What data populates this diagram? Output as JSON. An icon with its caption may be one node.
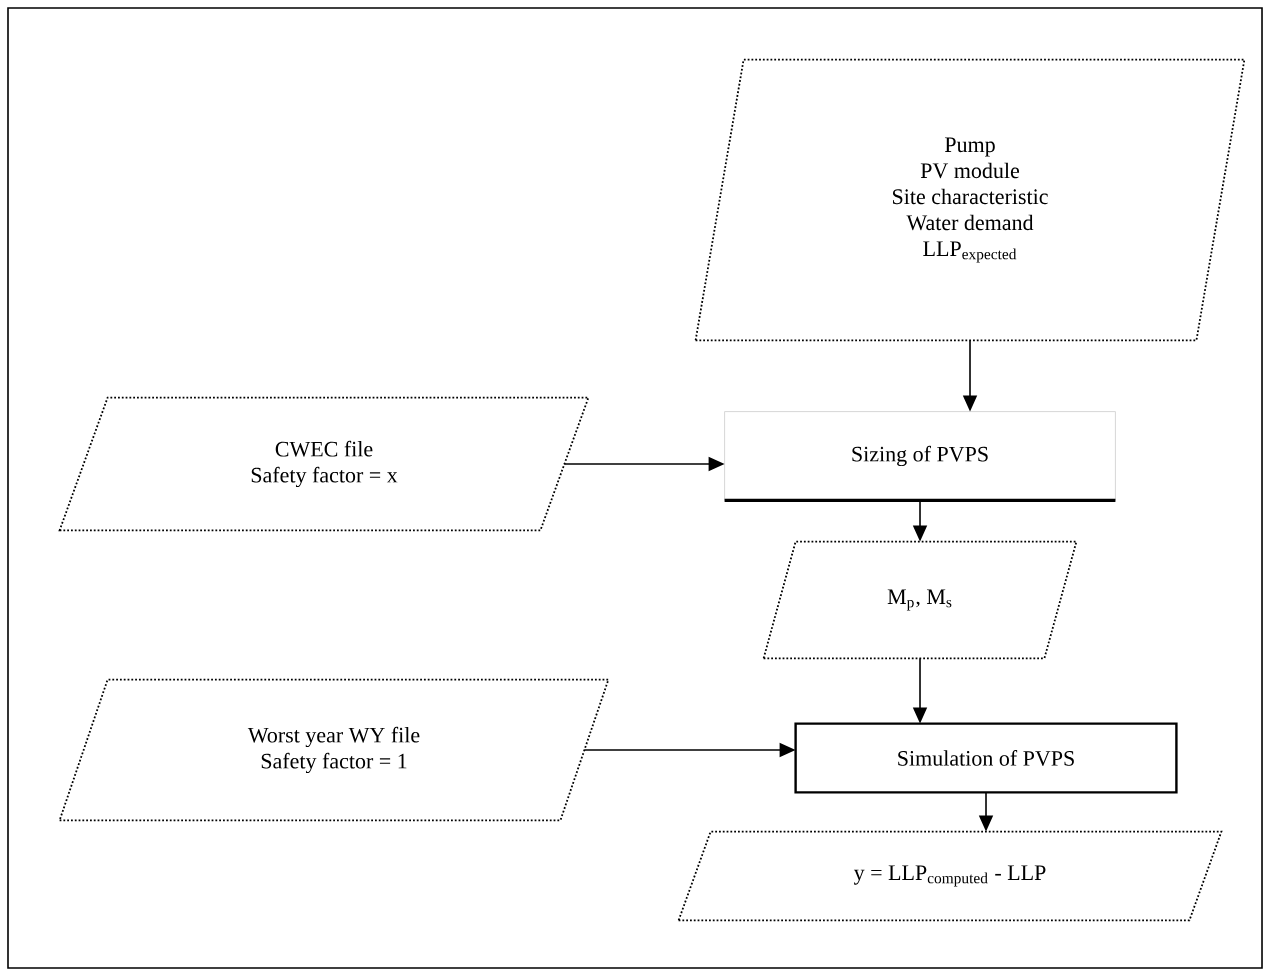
{
  "diagram": {
    "nodes": [
      {
        "text": [
          "Pump",
          "PV module",
          "Site characteristic",
          "Water demand",
          "LLP$_{expected}$"
        ]
      },
      {
        "text": [
          "CWEC file",
          "Safety factor = x"
        ]
      },
      {
        "text": [
          "Sizing of PVPS"
        ]
      },
      {
        "text": [
          "M$_{p}$, M$_{s}$"
        ]
      },
      {
        "text": [
          "Worst year WY file",
          "Safety factor = 1"
        ]
      },
      {
        "text": [
          "Simulation of PVPS"
        ]
      },
      {
        "text": [
          "y = LLP$_{computed}$ - LLP"
        ]
      }
    ],
    "edges": [
      {
        "from": 0,
        "to": 2,
        "arrow": "to"
      },
      {
        "from": 1,
        "to": 2,
        "arrow": "to"
      },
      {
        "from": 2,
        "to": 3,
        "arrow": "to"
      },
      {
        "from": 3,
        "to": 5,
        "arrow": "to"
      },
      {
        "from": 4,
        "to": 5,
        "arrow": "to"
      },
      {
        "from": 5,
        "to": 6,
        "arrow": "to"
      }
    ]
  }
}
